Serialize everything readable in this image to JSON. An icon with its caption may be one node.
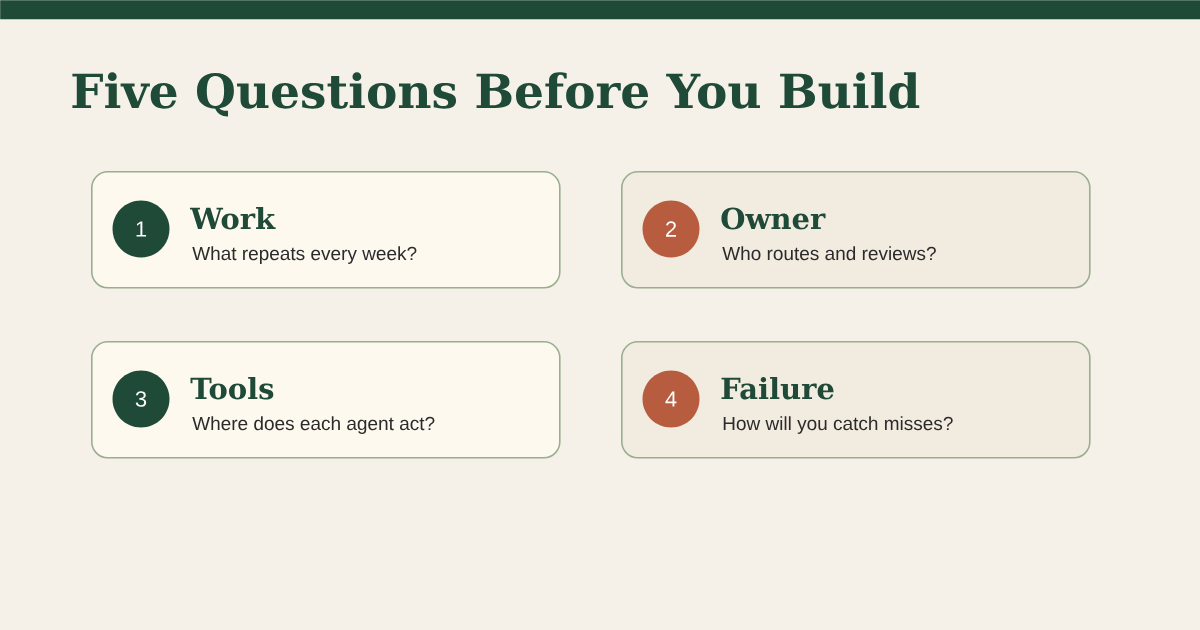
{
  "diagram": {
    "title": "Five Questions Before You Build",
    "nodes": [
      {
        "text": [],
        "shape": "bar"
      },
      {
        "text": [
          "Work",
          "What repeats every week?"
        ]
      },
      {
        "text": [
          "1"
        ],
        "in": 1
      },
      {
        "text": [
          "Owner",
          "Who routes and reviews?"
        ]
      },
      {
        "text": [
          "2"
        ],
        "in": 3
      },
      {
        "text": [
          "Tools",
          "Where does each agent act?"
        ]
      },
      {
        "text": [
          "3"
        ],
        "in": 5
      },
      {
        "text": [
          "Failure",
          "How will you catch misses?"
        ]
      },
      {
        "text": [
          "4"
        ],
        "in": 7
      }
    ]
  }
}
